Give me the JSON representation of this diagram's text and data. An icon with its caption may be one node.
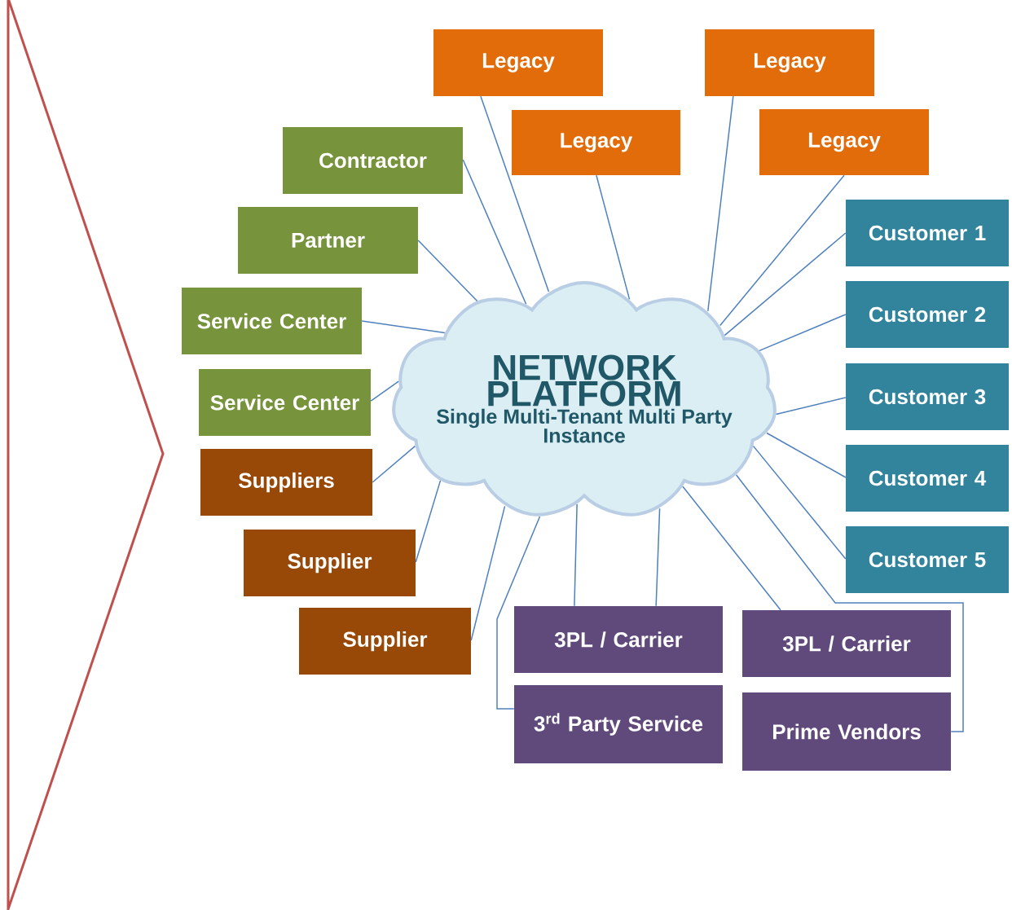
{
  "diagram": {
    "nodes": [
      {
        "text": [
          "NETWORK PLATFORM",
          "Single Multi-Tenant Multi Party Instance"
        ]
      },
      {
        "text": [
          "Legacy"
        ]
      },
      {
        "text": [
          "Legacy"
        ]
      },
      {
        "text": [
          "Legacy"
        ]
      },
      {
        "text": [
          "Legacy"
        ]
      },
      {
        "text": [
          "Contractor"
        ]
      },
      {
        "text": [
          "Partner"
        ]
      },
      {
        "text": [
          "Customer 1"
        ]
      },
      {
        "text": [
          "Service Center"
        ]
      },
      {
        "text": [
          "Customer 2"
        ]
      },
      {
        "text": [
          "Service Center"
        ]
      },
      {
        "text": [
          "Customer 3"
        ]
      },
      {
        "text": [
          "Suppliers"
        ]
      },
      {
        "text": [
          "Customer 4"
        ]
      },
      {
        "text": [
          "Supplier"
        ]
      },
      {
        "text": [
          "Customer 5"
        ]
      },
      {
        "text": [
          "Supplier"
        ]
      },
      {
        "text": [
          "3PL / Carrier"
        ]
      },
      {
        "text": [
          "3PL / Carrier"
        ]
      },
      {
        "text": [
          "3$^{rd}$ Party Service"
        ]
      },
      {
        "text": [
          "Prime Vendors"
        ]
      }
    ],
    "edges": [
      {
        "from": 1,
        "to": 0,
        "arrow": "none"
      },
      {
        "from": 2,
        "to": 0,
        "arrow": "none"
      },
      {
        "from": 3,
        "to": 0,
        "arrow": "none"
      },
      {
        "from": 4,
        "to": 0,
        "arrow": "none"
      },
      {
        "from": 5,
        "to": 0,
        "arrow": "none"
      },
      {
        "from": 6,
        "to": 0,
        "arrow": "none"
      },
      {
        "from": 7,
        "to": 0,
        "arrow": "none"
      },
      {
        "from": 8,
        "to": 0,
        "arrow": "none"
      },
      {
        "from": 9,
        "to": 0,
        "arrow": "none"
      },
      {
        "from": 10,
        "to": 0,
        "arrow": "none"
      },
      {
        "from": 11,
        "to": 0,
        "arrow": "none"
      },
      {
        "from": 12,
        "to": 0,
        "arrow": "none"
      },
      {
        "from": 13,
        "to": 0,
        "arrow": "none"
      },
      {
        "from": 14,
        "to": 0,
        "arrow": "none"
      },
      {
        "from": 15,
        "to": 0,
        "arrow": "none"
      },
      {
        "from": 16,
        "to": 0,
        "arrow": "none"
      },
      {
        "from": 17,
        "to": 0,
        "arrow": "none"
      },
      {
        "from": 17,
        "to": 0,
        "arrow": "none"
      },
      {
        "from": 18,
        "to": 0,
        "arrow": "none"
      },
      {
        "from": 19,
        "to": 0,
        "arrow": "none"
      },
      {
        "from": 20,
        "to": 0,
        "arrow": "none"
      }
    ]
  }
}
